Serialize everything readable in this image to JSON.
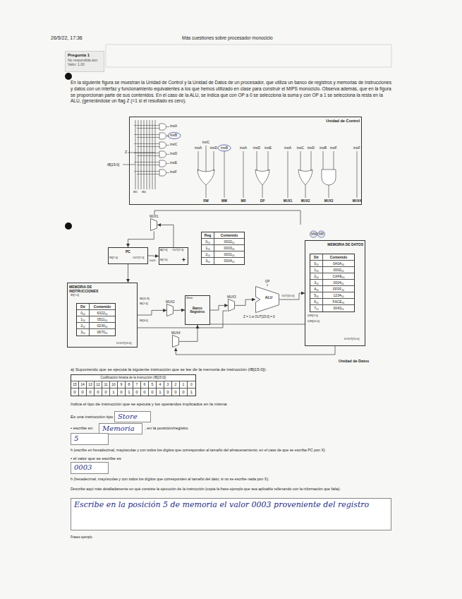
{
  "diagram": {
    "title": "Más cuestiones sobre procesador monociclo",
    "nodes": [
      {
        "text": [
          "Pregunta 1",
          "No respondida aún",
          "Valor: 1,00"
        ]
      },
      {
        "text": [
          "Unidad de Control"
        ]
      },
      {
        "text": [
          "MUX1"
        ]
      },
      {
        "text": [
          "Reg",
          "Contenido",
          "0₁₆",
          "0002₁₆",
          "1₁₆",
          "0003₁₆",
          "2₁₆",
          "0001₁₆",
          "3₁₆",
          "0004₁₆"
        ]
      },
      {
        "text": [
          "PC"
        ]
      },
      {
        "text": [
          "+"
        ]
      },
      {
        "text": [
          "MEMORIA DE DATOS"
        ]
      },
      {
        "text": [
          "Dir",
          "Contenido",
          "0₁₆",
          "0A0A₁₆",
          "1₁₆",
          "0002₁₆",
          "2₁₆",
          "CAFE₁₆",
          "3₁₆",
          "0004₁₆",
          "4₁₆",
          "FFFF₁₆",
          "5₁₆",
          "1234₁₆",
          "6₁₆",
          "FACE₁₆",
          "7₁₆",
          "0043₁₆"
        ],
        "in": 6
      },
      {
        "text": [
          "MEMORIA DE INSTRUCCIONES"
        ]
      },
      {
        "text": [
          "Dir",
          "Contenido",
          "0₁₆",
          "6322₁₆",
          "1₁₆",
          "0511₁₆",
          "2₁₆",
          "0230₁₆",
          "3₁₆",
          "0670₁₆"
        ],
        "in": 8
      },
      {
        "text": [
          "Banco Registros"
        ]
      },
      {
        "text": [
          "MUX2"
        ]
      },
      {
        "text": [
          "ALU"
        ]
      },
      {
        "text": [
          "MUX3"
        ]
      },
      {
        "text": [
          "MUX4"
        ]
      },
      {
        "text": [
          "Codificación binaria de la instrucción (IB[15:0])",
          "15",
          "14",
          "13",
          "12",
          "11",
          "10",
          "9",
          "8",
          "7",
          "6",
          "5",
          "4",
          "3",
          "2",
          "1",
          "0",
          "0",
          "0",
          "0",
          "0",
          "0",
          "1",
          "0",
          "1",
          "0",
          "0",
          "0",
          "1",
          "0",
          "0",
          "0",
          "1"
        ]
      },
      {
        "text": [
          "Store"
        ]
      },
      {
        "text": [
          "Memoria"
        ]
      },
      {
        "text": [
          "5"
        ]
      },
      {
        "text": [
          "0003"
        ]
      },
      {
        "text": [
          "Escribe en la posición 5 de memoria el valor 0003 proveniente del registro"
        ]
      }
    ],
    "edges": [
      {
        "from": 2,
        "to": 4,
        "arrow": "to"
      },
      {
        "from": 4,
        "to": 5,
        "arrow": "to"
      },
      {
        "from": 5,
        "to": 2,
        "arrow": "to"
      },
      {
        "from": 4,
        "to": 8,
        "arrow": "to"
      },
      {
        "from": 8,
        "to": 11,
        "arrow": "to"
      },
      {
        "from": 11,
        "to": 10,
        "arrow": "to"
      },
      {
        "from": 10,
        "to": 13,
        "arrow": "to"
      },
      {
        "from": 13,
        "to": 12,
        "arrow": "to"
      },
      {
        "from": 12,
        "to": 6,
        "arrow": "to"
      },
      {
        "from": 6,
        "to": 14,
        "arrow": "to"
      },
      {
        "from": 14,
        "to": 10,
        "arrow": "to"
      }
    ],
    "labels": [
      "26/5/22, 17:36",
      "En la siguiente figura se muestran la Unidad de Control y la Unidad de Datos de un procesador, que utiliza un banco de registros y memorias de instrucciones y datos con un interfaz y funcionamiento equivalentes a los que hemos utilizado en clase para construir el MIPS monociclo. Observa además, que en la figura se proporcionan parte de sus contenidos. En el caso de la ALU, se indica que con OP a 0 se selecciona la suma y con OP a 1 se selecciona la resta en la ALU, (generándose un flag Z (=1 si el resultado es cero).",
      "Z",
      "IB[15:0]",
      "instA",
      "instB",
      "instC",
      "instD",
      "instE",
      "instF",
      "IB1",
      "IB0",
      "instA",
      "instC",
      "instD",
      "instB",
      "instA",
      "instD",
      "instE",
      "instA",
      "instC",
      "instD",
      "instB",
      "instF",
      "instF",
      "RW",
      "MW",
      "MR",
      "OP",
      "MUX1",
      "MUX2",
      "MUX3",
      "MUX4",
      "IN[7:0]",
      "OUT[7:0]",
      "A[7:0]",
      "OUT[7:0]",
      "B[7:0]",
      "0x01",
      "MW",
      "MR",
      "DIR[7:0]",
      "DIN[15:0]",
      "DOUT[15:0]",
      "IR[7:0]",
      "DOUT[15:0]",
      "IB[11:8]",
      "IB[7:4]",
      "IB[3:0]",
      "Write",
      "OP",
      "A",
      "B",
      "OUT[15:0]",
      "Z = 1 si OUT[15:0] = 0",
      "Unidad de Datos",
      "a) Suponiendo que se ejecuta la siguiente instrucción que se lee de la memoria de instrucción (IB[15:0]):",
      "Indica el tipo de instrucción que se ejecuta y los operandos implicados en la misma:",
      "Es una instrucción tipo",
      "• escribe en",
      ", en la posición/registro",
      "h (escribe en hexadecimal, mayúsculas y con todos los dígitos que corresponden al tamaño del almacenamiento; en el caso de que se escriba PC pon X)",
      "• el valor que se escribe es",
      "h (hexadecimal, mayúsculas y con todos los dígitos que corresponden al tamaño del dato; si no se escribe nada pon X).",
      "Describe aquí más detalladamente en qué consiste la ejecución de la instrucción (copia la frase ejemplo que sea aplicable rellenando con la información que falta):",
      "Frases ejemplo"
    ]
  }
}
